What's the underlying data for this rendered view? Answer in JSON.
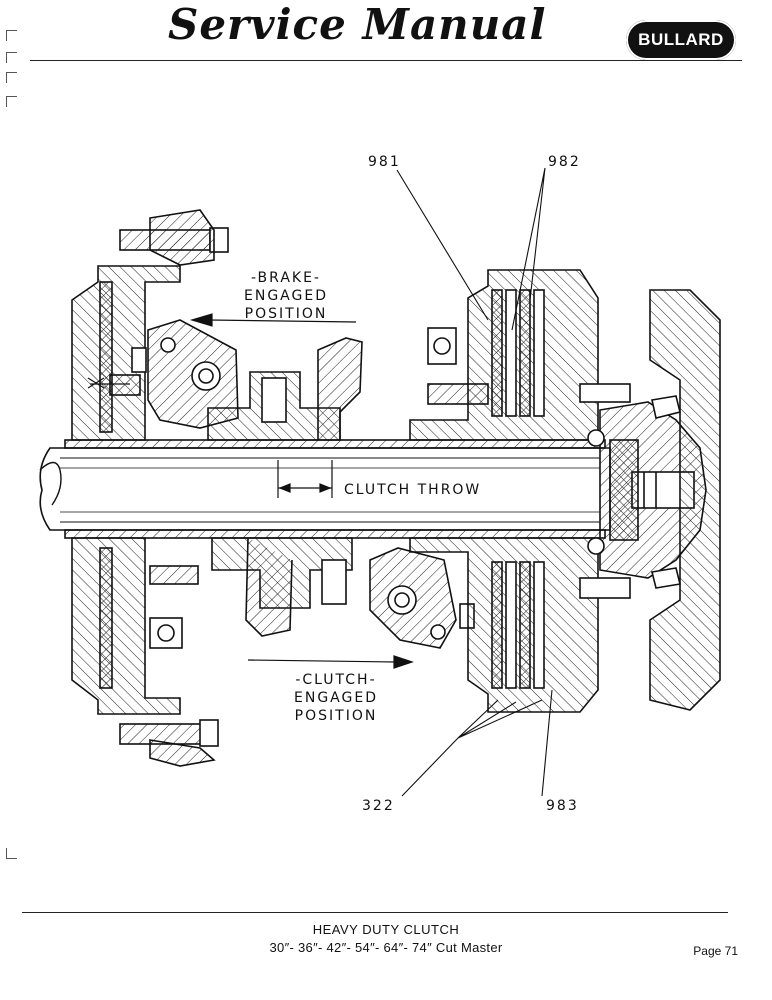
{
  "header": {
    "title": "Service Manual",
    "logo": "BULLARD"
  },
  "figure": {
    "callouts": [
      "981",
      "982",
      "322",
      "983"
    ],
    "brake_label": [
      "-BRAKE-",
      "ENGAGED",
      "POSITION"
    ],
    "clutch_label": [
      "-CLUTCH-",
      "ENGAGED",
      "POSITION"
    ],
    "clutch_throw": "CLUTCH THROW"
  },
  "footer": {
    "caption_line1": "HEAVY DUTY CLUTCH",
    "caption_line2": "30″- 36″- 42″- 54″- 64″- 74″ Cut Master",
    "page": "Page 71"
  }
}
